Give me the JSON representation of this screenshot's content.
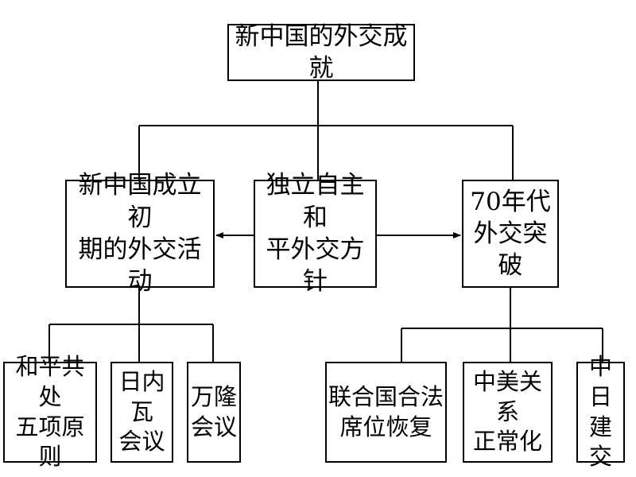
{
  "diagram": {
    "root": {
      "line1": "新中国的外交成就"
    },
    "branches": [
      {
        "line1": "新中国成立初",
        "line2": "期的外交活动"
      },
      {
        "line1": "独立自主和",
        "line2": "平外交方针"
      },
      {
        "line1": "70年代",
        "line2": "外交突破"
      }
    ],
    "left_leaves": [
      {
        "line1": "和平共处",
        "line2": "五项原则"
      },
      {
        "line1": "日内瓦",
        "line2": "会议"
      },
      {
        "line1": "万隆",
        "line2": "会议"
      }
    ],
    "right_leaves": [
      {
        "line1": "联合国合法",
        "line2": "席位恢复"
      },
      {
        "line1": "中美关系",
        "line2": "正常化"
      },
      {
        "line1": "中日",
        "line2": "建交"
      }
    ],
    "line_color": "#000000",
    "box_border_color": "#000000"
  }
}
